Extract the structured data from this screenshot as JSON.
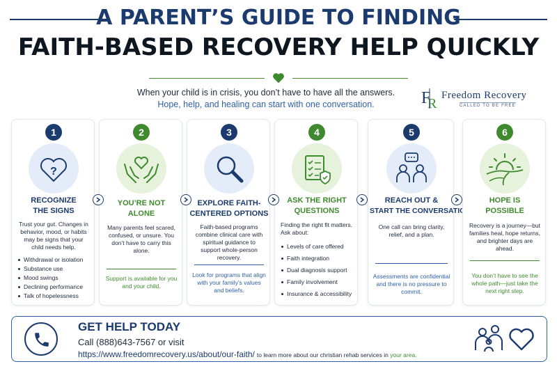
{
  "header": {
    "title_line1": "A PARENT’S GUIDE TO FINDING",
    "title_line2": "FAITH-BASED RECOVERY HELP QUICKLY",
    "intro_line1": "When your child is in crisis, you don’t have to have all the answers.",
    "intro_line2": "Hope, help, and healing can start with one conversation."
  },
  "logo": {
    "name": "Freedom Recovery",
    "tagline": "CALLED TO BE FREE",
    "mark_icon": "fr-monogram-icon"
  },
  "colors": {
    "navy": "#1b3a6e",
    "green": "#3f8a2e",
    "blue_text": "#2f5faa",
    "blue_circle": "#e3ecf8",
    "green_circle": "#e6f2dc"
  },
  "steps": [
    {
      "number": "1",
      "icon": "heart-question-icon",
      "title_lines": [
        "RECOGNIZE",
        "THE SIGNS"
      ],
      "body": "Trust your gut. Changes in behavior, mood, or habits may be signs that your child needs help.",
      "bullets": [
        "Withdrawal or isolation",
        "Substance use",
        "Mood swings",
        "Declining performance",
        "Talk of hopelessness"
      ]
    },
    {
      "number": "2",
      "icon": "hands-heart-icon",
      "title_lines": [
        "YOU’RE NOT",
        "ALONE"
      ],
      "body": "Many parents feel scared, confused, or unsure. You don’t have to carry this alone.",
      "note": "Support is available for you and your child."
    },
    {
      "number": "3",
      "icon": "magnifier-icon",
      "title_lines": [
        "EXPLORE FAITH-",
        "CENTERED OPTIONS"
      ],
      "body": "Faith-based programs combine clinical care with spiritual guidance to support whole-person recovery.",
      "note": "Look for programs that align with your family’s values and beliefs."
    },
    {
      "number": "4",
      "icon": "checklist-shield-icon",
      "title_lines": [
        "ASK THE RIGHT",
        "QUESTIONS"
      ],
      "body": "Finding the right fit matters. Ask about:",
      "bullets": [
        "Levels of care offered",
        "Faith integration",
        "Dual diagnosis support",
        "Family involvement",
        "Insurance & accessibility"
      ]
    },
    {
      "number": "5",
      "icon": "conversation-people-icon",
      "title_lines": [
        "REACH OUT &",
        "START THE CONVERSATION"
      ],
      "body": "One call can bring clarity, relief, and a plan.",
      "note": "Assessments are confidential and there is no pressure to commit."
    },
    {
      "number": "6",
      "icon": "sunrise-path-icon",
      "title_lines": [
        "HOPE IS",
        "POSSIBLE"
      ],
      "body": "Recovery is a journey—but families heal, hope returns, and brighter days are ahead.",
      "note": "You don’t have to see the whole path—just take the next right step."
    }
  ],
  "cta": {
    "title": "GET HELP TODAY",
    "call_prefix": "Call ",
    "phone": "(888)643-7567",
    "call_suffix": " or visit",
    "url": "https://www.freedomrecovery.us/about/our-faith/",
    "small_text": "to learn more about our christian rehab services in ",
    "small_accent": "your area."
  }
}
